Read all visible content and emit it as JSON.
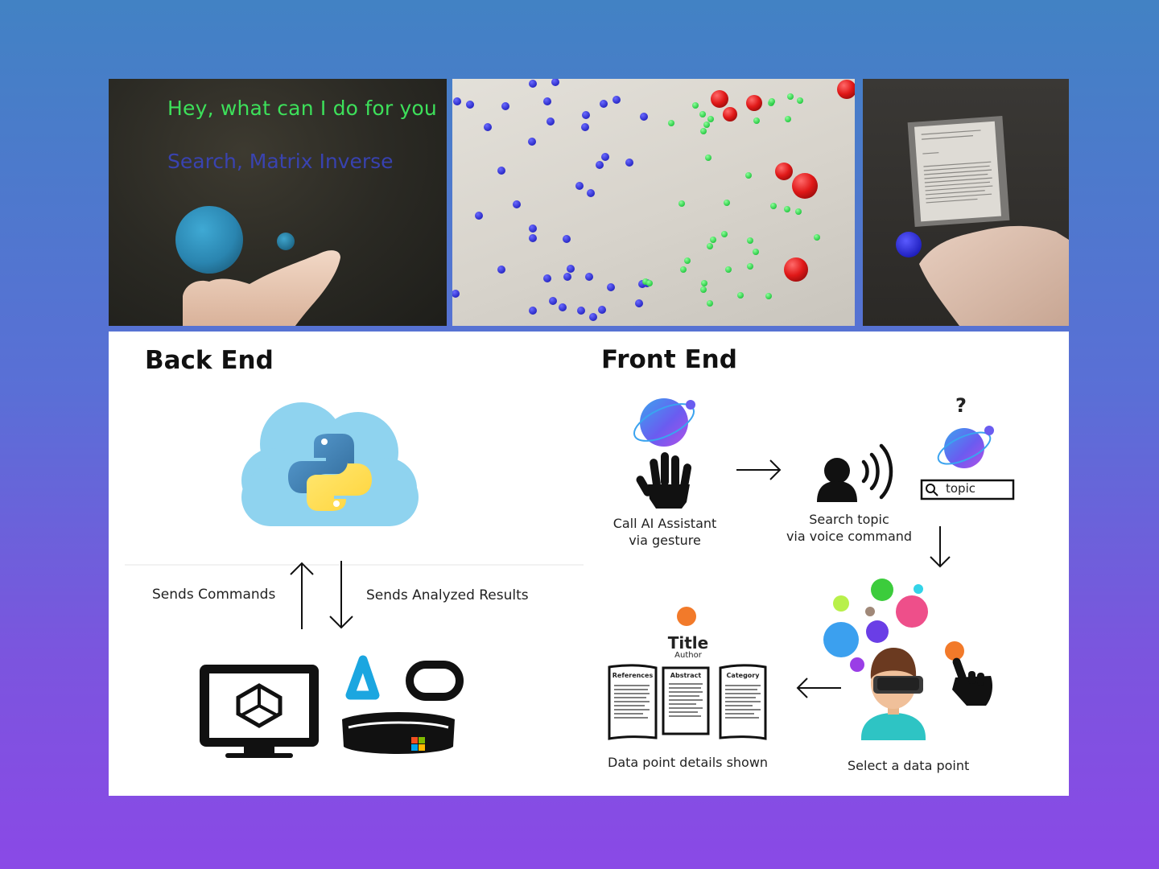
{
  "photos": {
    "photo1": {
      "line1": "Hey, what can I do for you",
      "line2": "Search, Matrix Inverse"
    }
  },
  "diagram": {
    "back_end": {
      "title": "Back End",
      "sends_commands": "Sends Commands",
      "sends_results": "Sends Analyzed Results"
    },
    "front_end": {
      "title": "Front End",
      "step1_line1": "Call AI Assistant",
      "step1_line2": "via gesture",
      "step2_line1": "Search topic",
      "step2_line2": "via voice command",
      "search_placeholder": "topic",
      "question_mark": "?",
      "step3": "Select a data point",
      "step4": "Data point details shown",
      "doc_title": "Title",
      "doc_author": "Author",
      "doc_sections": [
        "References",
        "Abstract",
        "Category"
      ]
    }
  },
  "colors": {
    "background_top": "#4282c4",
    "background_bottom": "#8a49e6",
    "holo_green": "#3de05a",
    "holo_blue": "#3a46c8",
    "cloud": "#8fd3ef",
    "vive_cyan": "#1ba6e0"
  }
}
